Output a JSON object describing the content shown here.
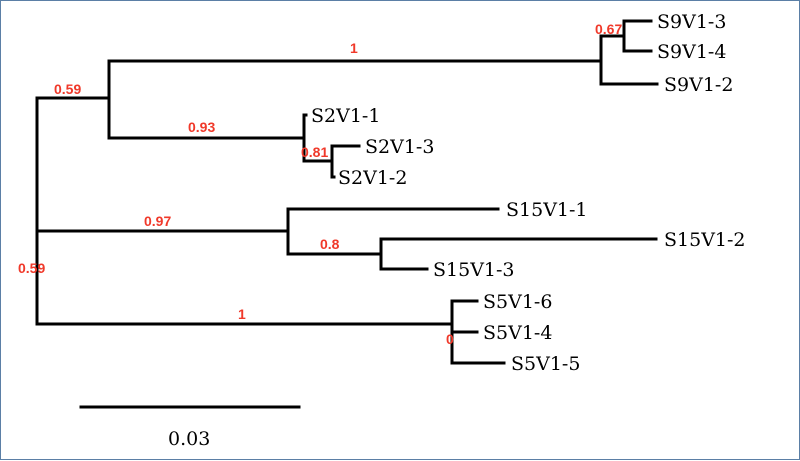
{
  "colors": {
    "support_label": "#f0392a",
    "branch": "#000000",
    "frame_border": "#5b7fa6"
  },
  "leaves": {
    "s9v1_3": "S9V1-3",
    "s9v1_4": "S9V1-4",
    "s9v1_2": "S9V1-2",
    "s2v1_1": "S2V1-1",
    "s2v1_3": "S2V1-3",
    "s2v1_2": "S2V1-2",
    "s15v1_1": "S15V1-1",
    "s15v1_2": "S15V1-2",
    "s15v1_3": "S15V1-3",
    "s5v1_6": "S5V1-6",
    "s5v1_4": "S5V1-4",
    "s5v1_5": "S5V1-5"
  },
  "support_values": {
    "s9v1_3_4": "0.67",
    "s9_clade": "1",
    "s9_s2_clade": "0.59",
    "s2_clade": "0.93",
    "s2v1_3_2": "0.81",
    "s15_clade": "0.97",
    "s15v1_2_3": "0.8",
    "root": "0.59",
    "s5_clade": "1",
    "s5v1_4_5": "0"
  },
  "scale_bar": {
    "label": "0.03"
  }
}
